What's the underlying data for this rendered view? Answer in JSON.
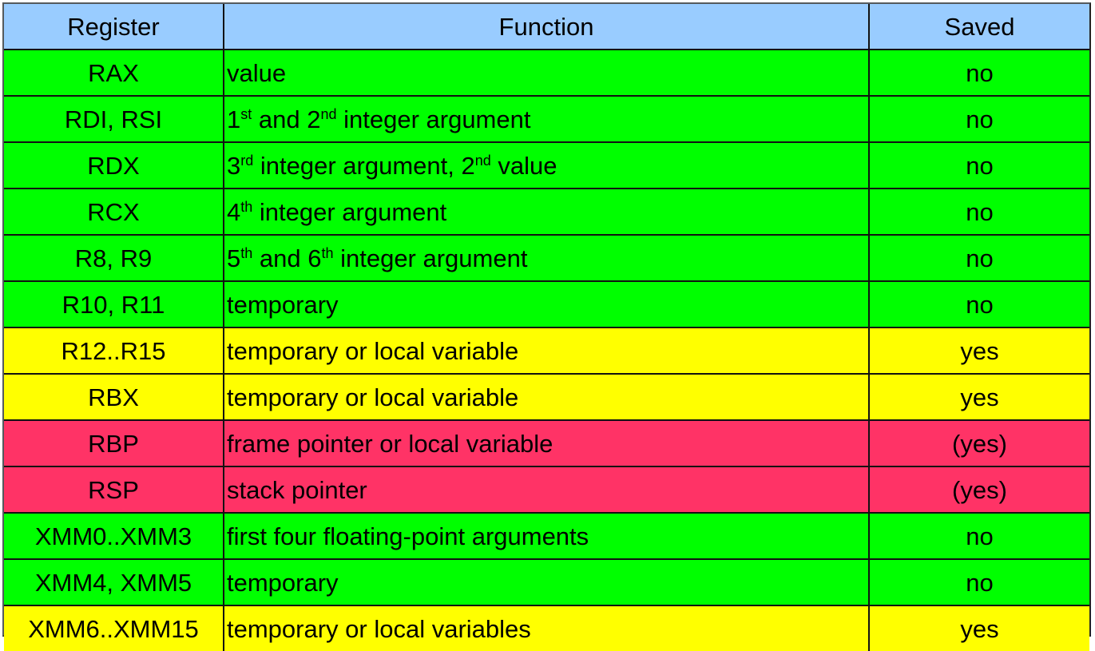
{
  "table": {
    "headers": [
      "Register",
      "Function",
      "Saved"
    ],
    "colors": {
      "header": "#99ccff",
      "green": "#00ff00",
      "yellow": "#ffff00",
      "red": "#ff3366"
    },
    "rows": [
      {
        "register": "RAX",
        "color": "green",
        "function": [
          {
            "t": "value"
          }
        ],
        "saved": "no"
      },
      {
        "register": "RDI, RSI",
        "color": "green",
        "function": [
          {
            "t": "1"
          },
          {
            "sup": "st"
          },
          {
            "t": " and 2"
          },
          {
            "sup": "nd"
          },
          {
            "t": " integer argument"
          }
        ],
        "saved": "no"
      },
      {
        "register": "RDX",
        "color": "green",
        "function": [
          {
            "t": "3"
          },
          {
            "sup": "rd"
          },
          {
            "t": " integer argument, 2"
          },
          {
            "sup": "nd"
          },
          {
            "t": " value"
          }
        ],
        "saved": "no"
      },
      {
        "register": "RCX",
        "color": "green",
        "function": [
          {
            "t": "4"
          },
          {
            "sup": "th"
          },
          {
            "t": " integer argument"
          }
        ],
        "saved": "no"
      },
      {
        "register": "R8, R9",
        "color": "green",
        "function": [
          {
            "t": "5"
          },
          {
            "sup": "th"
          },
          {
            "t": " and 6"
          },
          {
            "sup": "th"
          },
          {
            "t": " integer argument"
          }
        ],
        "saved": "no"
      },
      {
        "register": "R10, R11",
        "color": "green",
        "function": [
          {
            "t": "temporary"
          }
        ],
        "saved": "no"
      },
      {
        "register": "R12..R15",
        "color": "yellow",
        "function": [
          {
            "t": "temporary or local variable"
          }
        ],
        "saved": "yes"
      },
      {
        "register": "RBX",
        "color": "yellow",
        "function": [
          {
            "t": "temporary or local variable"
          }
        ],
        "saved": "yes"
      },
      {
        "register": "RBP",
        "color": "red",
        "function": [
          {
            "t": "frame pointer or local variable"
          }
        ],
        "saved": "(yes)"
      },
      {
        "register": "RSP",
        "color": "red",
        "function": [
          {
            "t": "stack pointer"
          }
        ],
        "saved": "(yes)"
      },
      {
        "register": "XMM0..XMM3",
        "color": "green",
        "function": [
          {
            "t": "first four floating-point arguments"
          }
        ],
        "saved": "no"
      },
      {
        "register": "XMM4, XMM5",
        "color": "green",
        "function": [
          {
            "t": "temporary"
          }
        ],
        "saved": "no"
      },
      {
        "register": "XMM6..XMM15",
        "color": "yellow",
        "function": [
          {
            "t": "temporary or local variables"
          }
        ],
        "saved": "yes"
      }
    ]
  }
}
